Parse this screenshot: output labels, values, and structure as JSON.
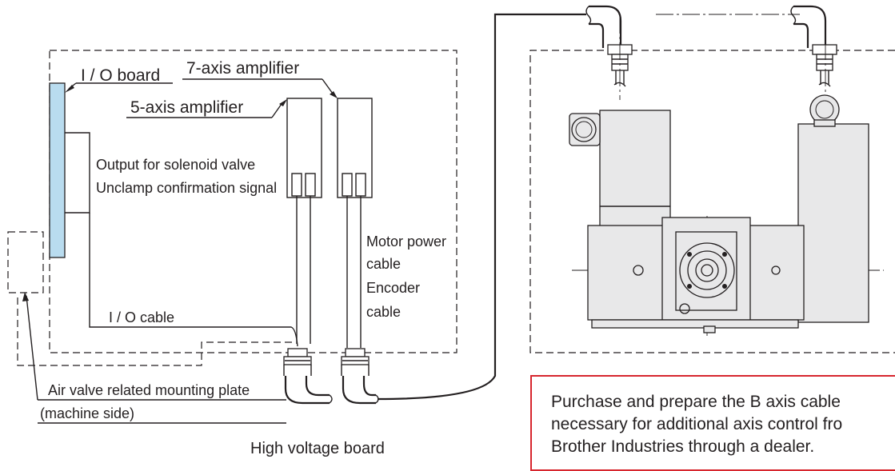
{
  "labels": {
    "io_board": "I / O board",
    "amp7": "7-axis amplifier",
    "amp5": "5-axis amplifier",
    "output_line1": "Output for solenoid valve",
    "output_line2": "Unclamp confirmation signal",
    "motor_line1": "Motor power",
    "motor_line2": "cable",
    "encoder_line1": "Encoder",
    "encoder_line2": "cable",
    "io_cable": "I / O cable",
    "air_valve_line1": "Air valve related mounting plate",
    "air_valve_line2": "(machine side)",
    "high_voltage_board": "High voltage board"
  },
  "note": {
    "line1": "Purchase and prepare the B axis cable",
    "line2": "necessary for additional axis control fro",
    "line3": "Brother Industries through a dealer."
  },
  "colors": {
    "io_board_fill": "#b9dcef",
    "note_border": "#d7262e",
    "unit_body": "#e8e8e9"
  }
}
